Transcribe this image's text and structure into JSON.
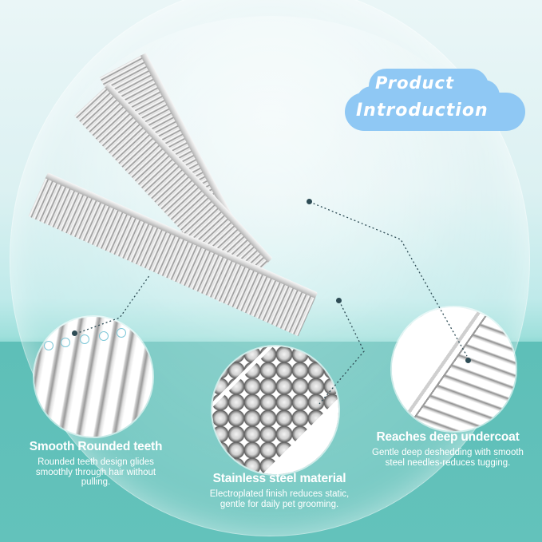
{
  "badge": {
    "line1": "Product",
    "line2": "Introduction",
    "color": "#8fc8f4"
  },
  "features": [
    {
      "title": "Smooth Rounded teeth",
      "description": "Rounded teeth design glides smoothly through hair without pulling."
    },
    {
      "title": "Stainless steel material",
      "description": "Electroplated finish reduces static, gentle for daily pet grooming."
    },
    {
      "title": "Reaches deep undercoat",
      "description": "Gentle deep deshedding with smooth steel needles-reduces tugging."
    }
  ],
  "colors": {
    "background_top": "#eaf6f7",
    "background_bottom": "#62c1ba",
    "connector": "#2e4c55"
  },
  "images": {
    "combs": "three stainless steel pet grooming combs fanned out",
    "detail_1": "close-up of rounded comb teeth tips",
    "detail_2": "close-up of stacked stainless steel rods",
    "detail_3": "close-up of comb spine and needles"
  }
}
